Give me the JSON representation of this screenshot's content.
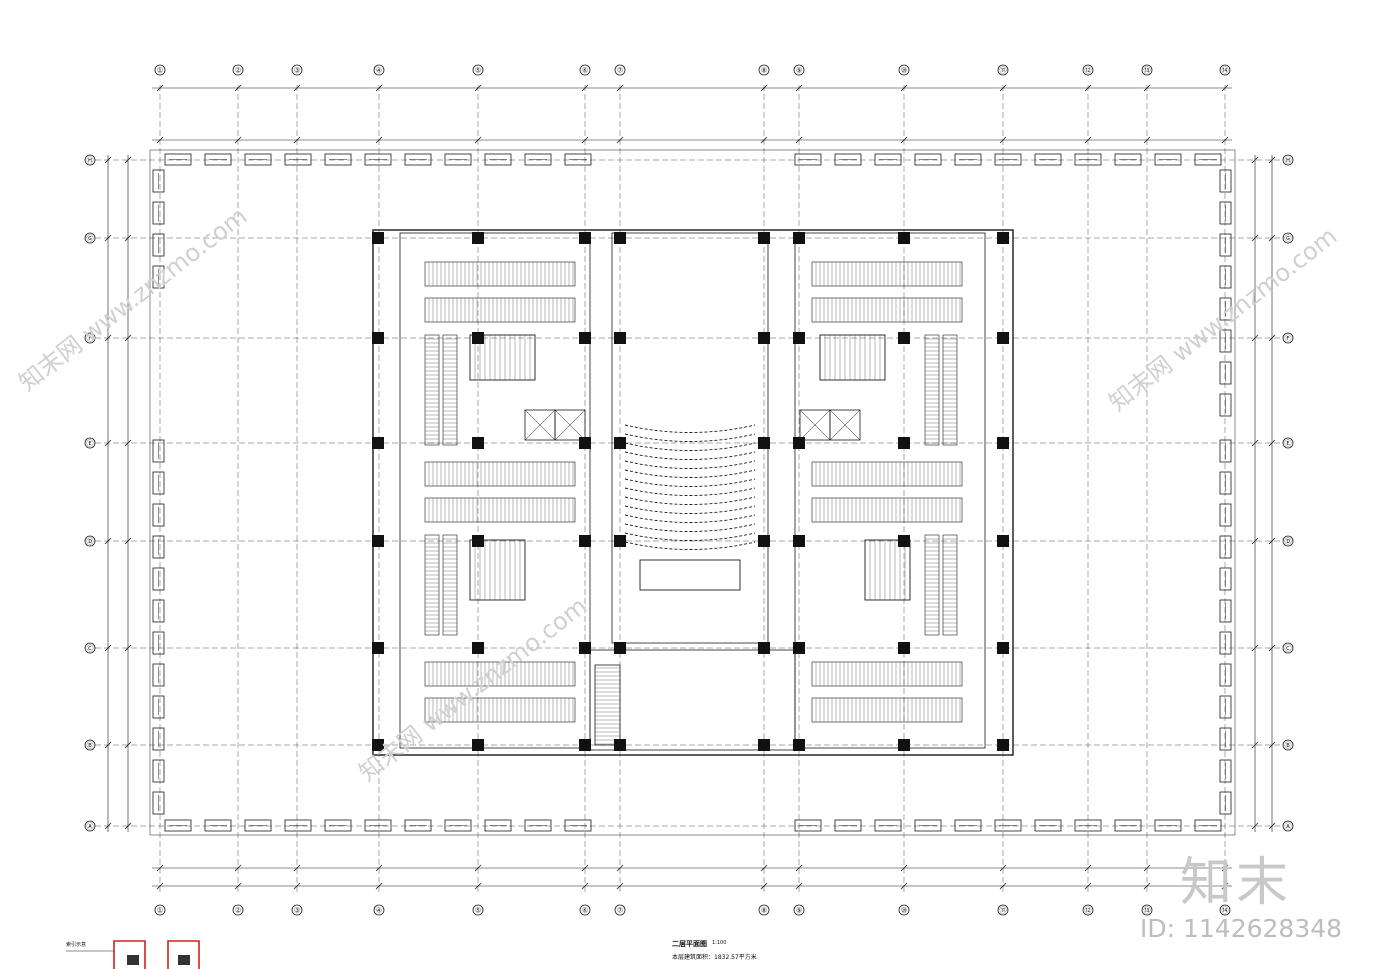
{
  "axes": {
    "columns": [
      "①",
      "②",
      "③",
      "④",
      "⑤",
      "⑥",
      "⑦",
      "⑧",
      "⑨",
      "⑩",
      "⑪",
      "⑫",
      "⑬",
      "⑭"
    ],
    "rows": [
      "Ⓐ",
      "Ⓑ",
      "Ⓒ",
      "Ⓓ",
      "Ⓔ",
      "Ⓕ",
      "Ⓖ",
      "Ⓗ"
    ]
  },
  "drawing": {
    "title": "二层平面图",
    "scale": "1:100",
    "area_note": "本层建筑面积：1832.57平方米",
    "key_plan_label": "索引示意"
  },
  "watermark": {
    "brand": "知末",
    "id": "ID: 1142628348",
    "site": "www.znzmo.com",
    "diag_brand": "知末网"
  },
  "colors": {
    "line": "#1a1a1a",
    "axis_dash": "#555555",
    "key_plan_red": "#d42020",
    "watermark": "#c8c8c8"
  }
}
